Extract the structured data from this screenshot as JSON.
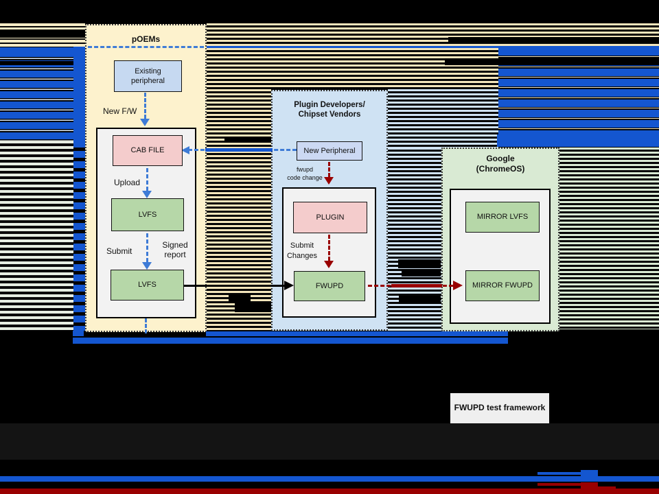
{
  "colors": {
    "accent_blue": "#1456d0",
    "arrow_blue": "#3e7bd6",
    "dark_red": "#990000",
    "container_cream": "#fdf2cd",
    "container_light_blue": "#cfe2f3",
    "container_light_green": "#d9ead3",
    "box_blue": "#c6d9f1",
    "box_pink": "#f4cccc",
    "box_green": "#b6d7a8",
    "inner_panel_gray": "#f2f2f2",
    "test_framework_gray": "#efefef"
  },
  "poems": {
    "title": "pOEMs",
    "existing_peripheral_label": "Existing\nperipheral",
    "new_fw_label": "New F/W",
    "cab_file_label": "CAB FILE",
    "upload_label": "Upload",
    "lvfs_upper_label": "LVFS",
    "submit_label": "Submit",
    "signed_report_label": "Signed\nreport",
    "lvfs_lower_label": "LVFS"
  },
  "plugin_developers": {
    "title": "Plugin Developers/\nChipset Vendors",
    "new_peripheral_label": "New Peripheral",
    "fwupd_code_change_label": "fwupd\ncode change",
    "plugin_label": "PLUGIN",
    "submit_changes_label": "Submit\nChanges",
    "fwupd_label": "FWUPD"
  },
  "google": {
    "title": "Google\n(ChromeOS)",
    "mirror_lvfs_label": "MIRROR LVFS",
    "mirror_fwupd_label": "MIRROR FWUPD"
  },
  "footer": {
    "fwupd_test_framework_label": "FWUPD test framework"
  }
}
